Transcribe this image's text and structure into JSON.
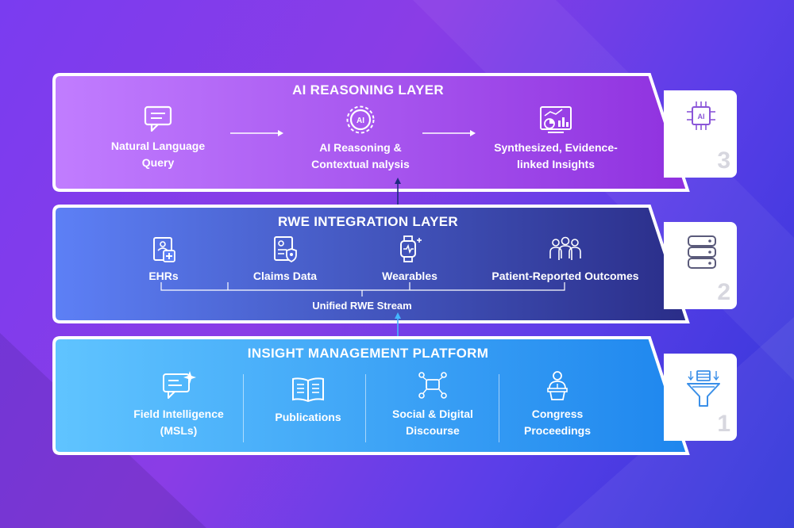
{
  "layers": {
    "ai": {
      "title": "AI REASONING LAYER",
      "items": [
        {
          "line1": "Natural Language",
          "line2": "Query",
          "icon": "chat-icon"
        },
        {
          "line1": "AI Reasoning &",
          "line2": "Contextual nalysis",
          "icon": "ai-gear-icon"
        },
        {
          "line1": "Synthesized, Evidence-",
          "line2": "linked Insights",
          "icon": "dashboard-icon"
        }
      ],
      "badge_number": "3",
      "badge_icon": "ai-chip-icon"
    },
    "rwe": {
      "title": "RWE INTEGRATION LAYER",
      "items": [
        {
          "label": "EHRs",
          "icon": "ehr-icon"
        },
        {
          "label": "Claims Data",
          "icon": "claims-icon"
        },
        {
          "label": "Wearables",
          "icon": "smartwatch-icon"
        },
        {
          "label": "Patient-Reported Outcomes",
          "icon": "patients-icon"
        }
      ],
      "stream_label": "Unified RWE Stream",
      "badge_number": "2",
      "badge_icon": "database-icon"
    },
    "imp": {
      "title": "INSIGHT MANAGEMENT PLATFORM",
      "items": [
        {
          "line1": "Field Intelligence",
          "line2": "(MSLs)",
          "icon": "sparkle-chat-icon"
        },
        {
          "line1": "Publications",
          "line2": "",
          "icon": "book-icon"
        },
        {
          "line1": "Social & Digital",
          "line2": "Discourse",
          "icon": "network-icon"
        },
        {
          "line1": "Congress",
          "line2": "Proceedings",
          "icon": "speaker-icon"
        }
      ],
      "badge_number": "1",
      "badge_icon": "funnel-icon"
    }
  },
  "colors": {
    "ai_start": "#c47cff",
    "ai_end": "#8e2fe0",
    "rwe_start": "#5b7cf5",
    "rwe_end": "#2c2f8a",
    "imp_start": "#5ec2ff",
    "imp_end": "#1f8af0",
    "badge_icon": "#8a55d8"
  }
}
